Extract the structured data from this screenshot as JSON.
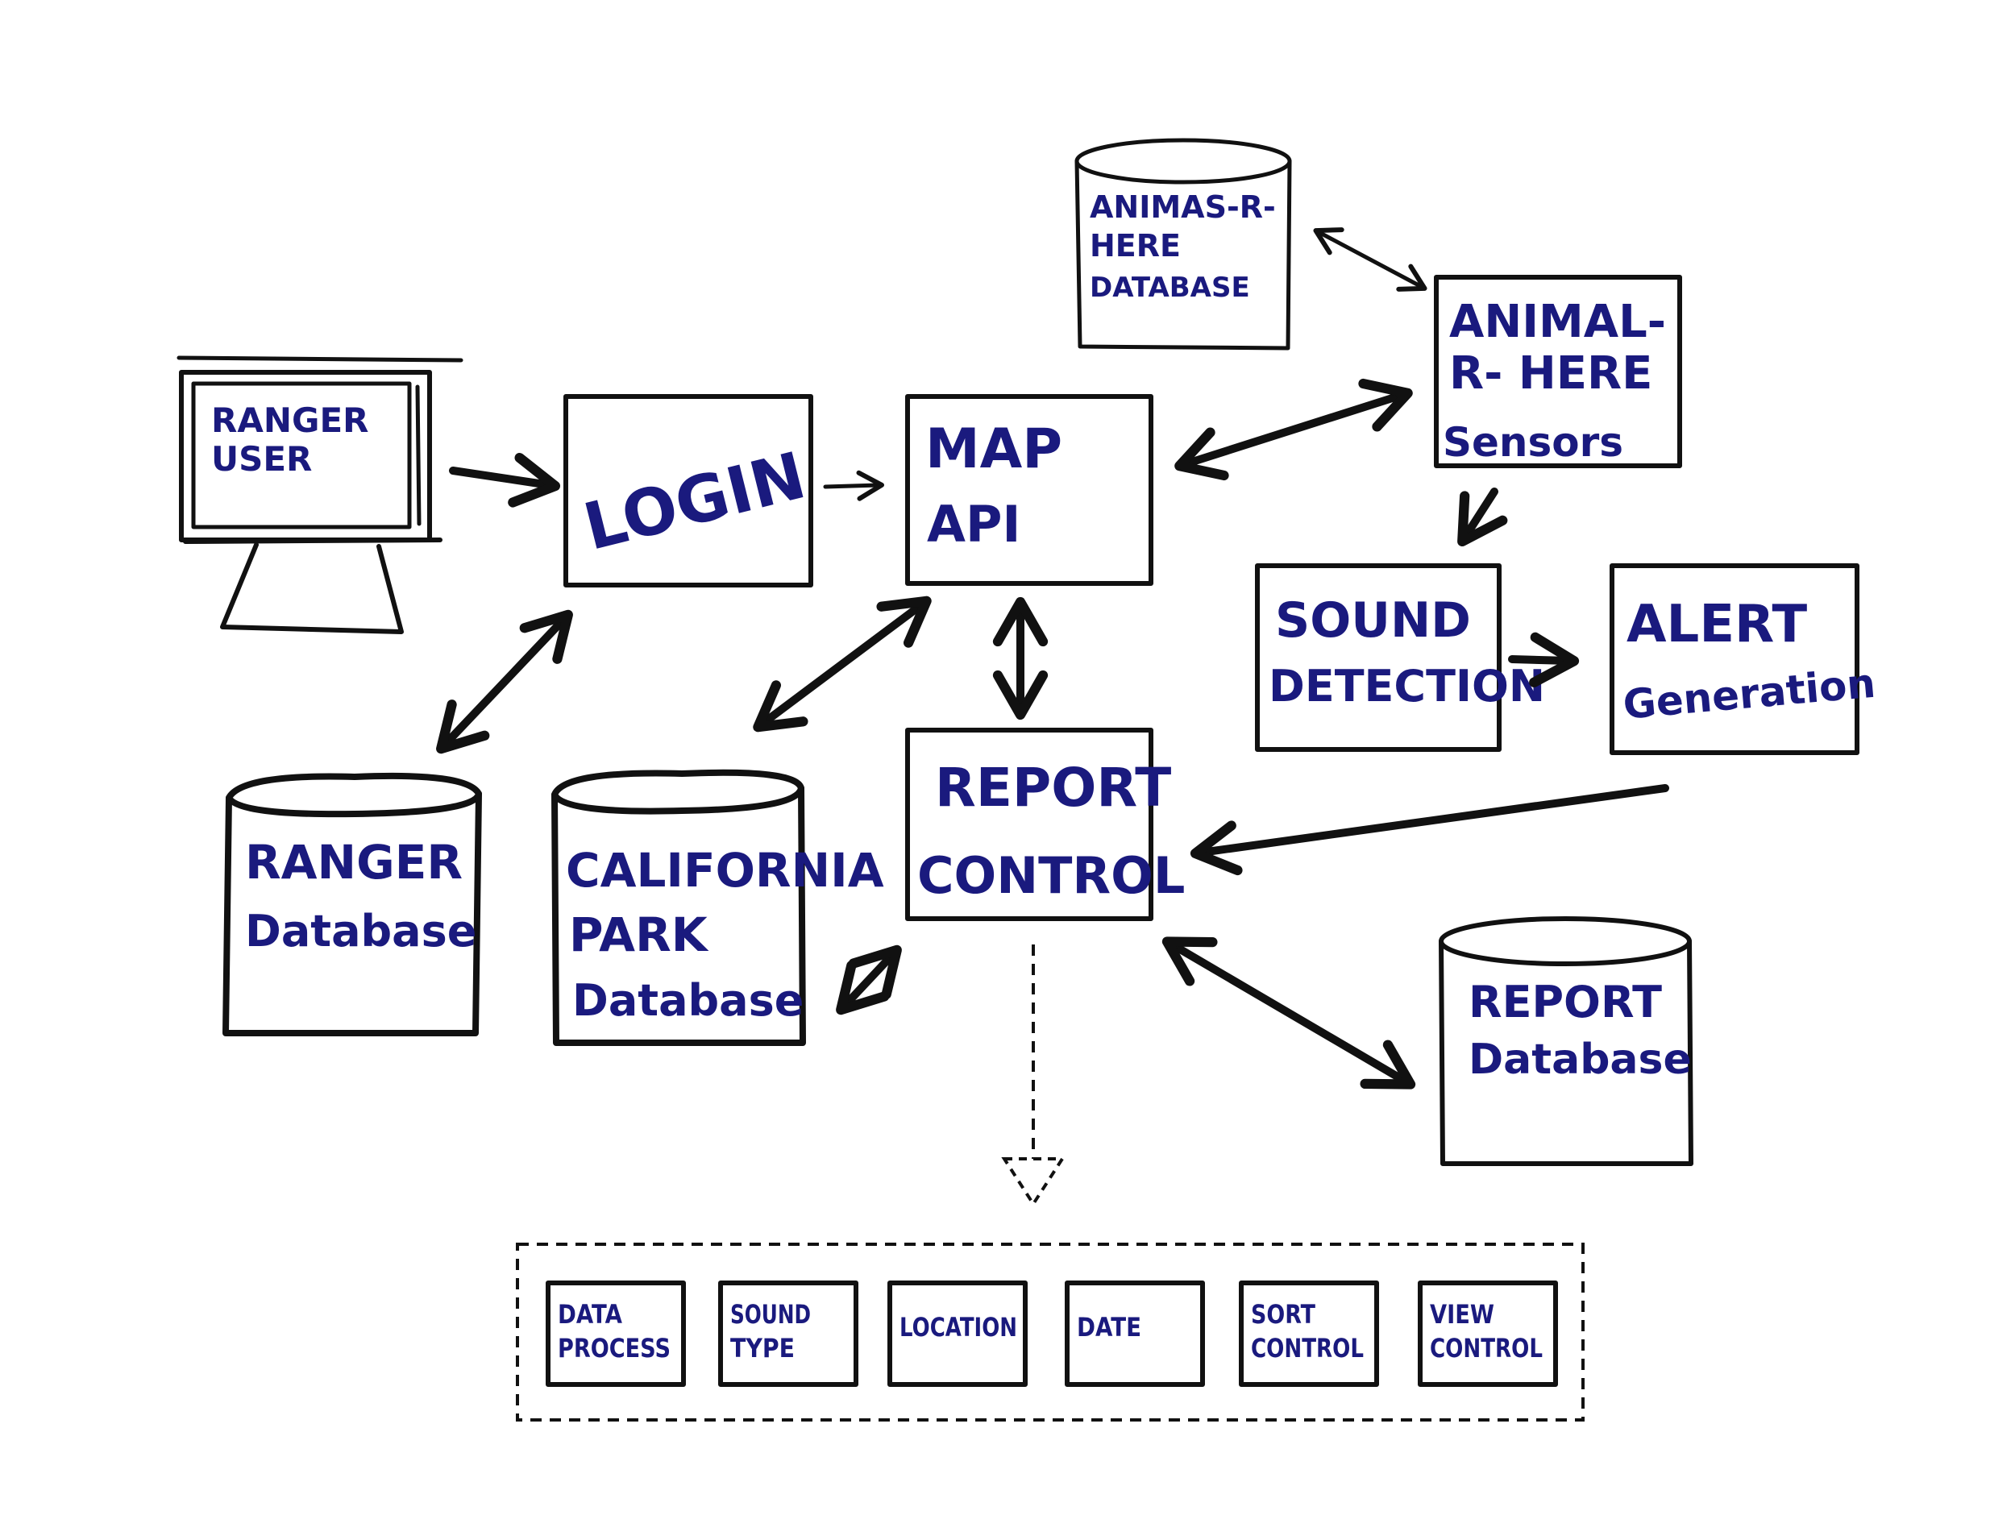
{
  "colors": {
    "ink": "#111111",
    "label": "#1a1a7e",
    "background": "#ffffff"
  },
  "nodes": {
    "ranger_user": {
      "line1": "RANGER",
      "line2": "USER",
      "shape": "monitor-icon"
    },
    "login": {
      "line1": "LOGIN"
    },
    "map_api": {
      "line1": "MAP",
      "line2": "API"
    },
    "animals_db": {
      "line1": "ANIMAS-R-",
      "line2": "HERE",
      "line3": "DATABASE",
      "shape": "cylinder"
    },
    "animal_sensors": {
      "line1": "ANIMAL-",
      "line2": "R- HERE",
      "line3": "Sensors"
    },
    "sound_detection": {
      "line1": "SOUND",
      "line2": "DETECTION"
    },
    "alert_generation": {
      "line1": "ALERT",
      "line2": "Generation"
    },
    "ranger_db": {
      "line1": "RANGER",
      "line2": "Database",
      "shape": "cylinder"
    },
    "california_db": {
      "line1": "CALIFORNIA",
      "line2": "PARK",
      "line3": "Database",
      "shape": "cylinder"
    },
    "report_control": {
      "line1": "REPORT",
      "line2": "CONTROL"
    },
    "report_db": {
      "line1": "REPORT",
      "line2": "Database",
      "shape": "cylinder"
    }
  },
  "report_modules": [
    {
      "line1": "DATA",
      "line2": "PROCESS"
    },
    {
      "line1": "SOUND",
      "line2": "TYPE"
    },
    {
      "line1": "LOCATION",
      "line2": ""
    },
    {
      "line1": "DATE",
      "line2": ""
    },
    {
      "line1": "SORT",
      "line2": "CONTROL"
    },
    {
      "line1": "VIEW",
      "line2": "CONTROL"
    }
  ]
}
